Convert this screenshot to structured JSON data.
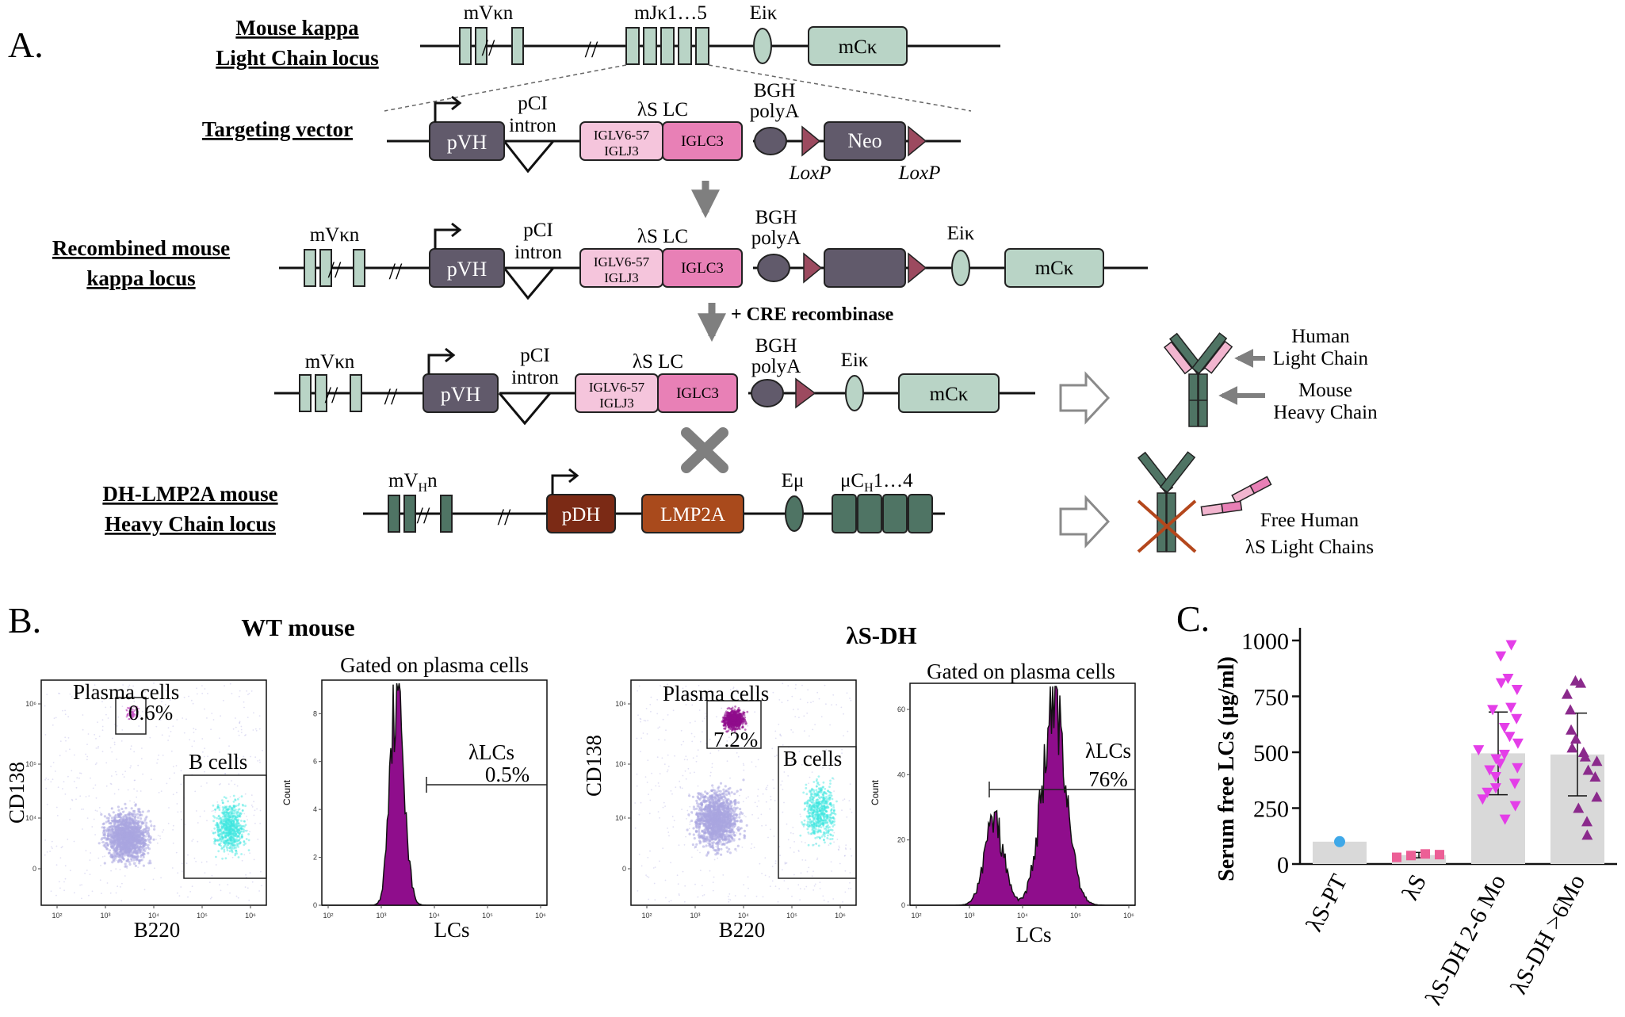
{
  "panel_labels": {
    "a": "A.",
    "b": "B.",
    "c": "C."
  },
  "rows": {
    "mouse_kappa": {
      "title_1": "Mouse kappa",
      "title_2": "Light Chain locus"
    },
    "targeting": {
      "title": "Targeting vector"
    },
    "recombined": {
      "title_1": "Recombined mouse",
      "title_2": "kappa locus"
    },
    "dh": {
      "title_1": "DH-LMP2A mouse",
      "title_2": "Heavy Chain locus"
    }
  },
  "labels": {
    "mVkn": "mVκn",
    "mJk": "mJκ1…5",
    "Eik": "Eiκ",
    "mCk": "mCκ",
    "pVH": "pVH",
    "pCI_1": "pCI",
    "pCI_2": "intron",
    "lambdaS_LC": "λS LC",
    "IGLV_1": "IGLV6-57",
    "IGLV_2": "IGLJ3",
    "IGLC3": "IGLC3",
    "BGH_1": "BGH",
    "BGH_2": "polyA",
    "Neo": "Neo",
    "LoxP": "LoxP",
    "cre": "+ CRE recombinase",
    "mVHn_main": "mV",
    "mVHn_sub": "H",
    "mVHn_end": "n",
    "pDH": "pDH",
    "LMP2A": "LMP2A",
    "Emu": "Eμ",
    "muCH_main": "μC",
    "muCH_sub": "H",
    "muCH_end": "1…4",
    "human_lc_1": "Human",
    "human_lc_2": "Light Chain",
    "mouse_hc_1": "Mouse",
    "mouse_hc_2": "Heavy Chain",
    "free_1": "Free Human",
    "free_2": "λS Light Chains"
  },
  "flow": {
    "wt": {
      "title": "WT mouse",
      "plasma_label": "Plasma cells",
      "plasma_pct": "0.6%",
      "bcells_label": "B cells",
      "ylabel": "CD138",
      "xlabel": "B220",
      "hist_title": "Gated on plasma cells",
      "hist_gate_label": "λLCs",
      "hist_gate_pct": "0.5%",
      "hist_xlabel": "LCs",
      "hist_ylabel": "Count",
      "hist_yticks": [
        "0",
        "2",
        "4",
        "6",
        "8"
      ]
    },
    "ls": {
      "title": "λS-DH",
      "plasma_label": "Plasma cells",
      "plasma_pct": "7.2%",
      "bcells_label": "B cells",
      "ylabel": "CD138",
      "xlabel": "B220",
      "hist_title": "Gated on plasma cells",
      "hist_gate_label": "λLCs",
      "hist_gate_pct": "76%",
      "hist_xlabel": "LCs",
      "hist_ylabel": "Count",
      "hist_yticks": [
        "0",
        "20",
        "40",
        "60"
      ]
    },
    "log_ticks": [
      "10²",
      "10³",
      "10⁴",
      "10⁵",
      "10⁶"
    ],
    "dot_yticks": [
      "0",
      "10⁴",
      "10⁵",
      "10⁶"
    ]
  },
  "chart_data": {
    "type": "bar",
    "ylabel": "Serum free LCs (μg/ml)",
    "ylim": [
      0,
      1000
    ],
    "yticks": [
      0,
      250,
      500,
      750,
      1000
    ],
    "categories": [
      "λS-PT",
      "λS",
      "λS-DH 2-6 Mo",
      "λS-DH >6Mo"
    ],
    "means": [
      100,
      40,
      495,
      490
    ],
    "sd": [
      null,
      12,
      185,
      185
    ],
    "points": [
      [
        100
      ],
      [
        30,
        38,
        45,
        42
      ],
      [
        980,
        930,
        830,
        810,
        780,
        700,
        690,
        650,
        610,
        570,
        540,
        510,
        490,
        470,
        450,
        430,
        420,
        390,
        360,
        340,
        320,
        290,
        260,
        200
      ],
      [
        820,
        810,
        760,
        690,
        600,
        560,
        520,
        500,
        480,
        460,
        420,
        390,
        300,
        250,
        190,
        130
      ]
    ],
    "colors": [
      "#3fa8e8",
      "#ec5f96",
      "#e43ee8",
      "#8b2a8c"
    ],
    "bar_color": "#d9d9d9"
  },
  "colors": {
    "light_seg": "#b9d4c6",
    "dark_seg": "#4f7464",
    "mCk": "#b9d4c6",
    "pVH": "#615a6b",
    "igl_light": "#f5c5dc",
    "igl_dark": "#e880b6",
    "loxp": "#9c4a5f",
    "pDH": "#7b2a15",
    "lmp2a": "#a94a1c",
    "magenta": "#8f0d8c",
    "lavender": "#a9a6e0",
    "cyan": "#3ee6e0"
  }
}
